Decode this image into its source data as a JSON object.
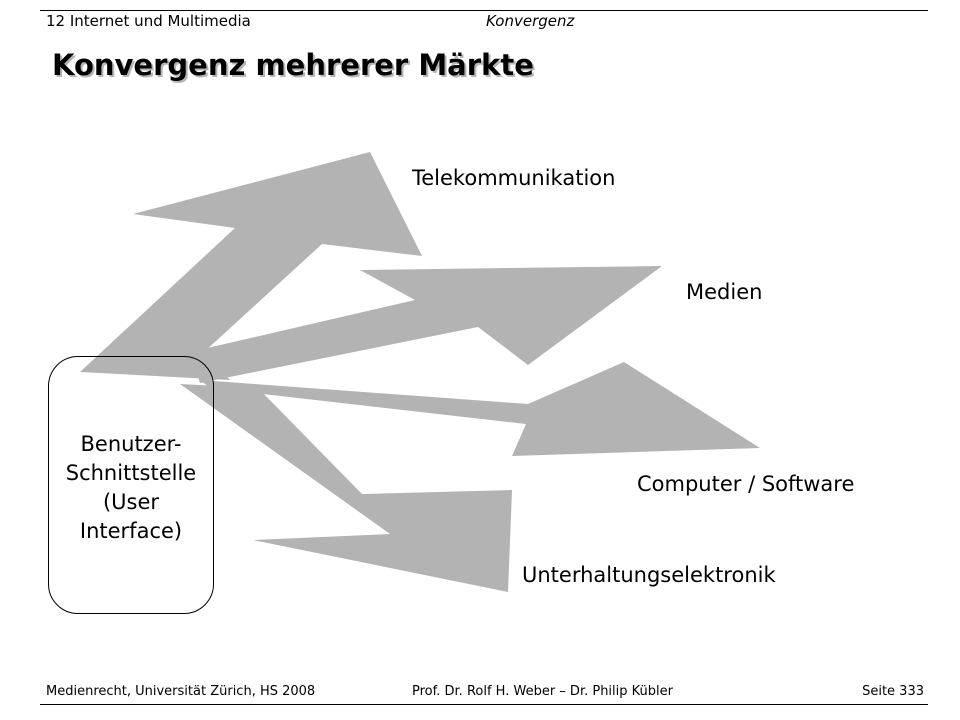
{
  "header": {
    "chapter": "12 Internet und Multimedia",
    "section": "Konvergenz"
  },
  "title": "Konvergenz mehrerer Märkte",
  "diagram": {
    "arrow_color": "#b3b3b3",
    "source": {
      "lines": [
        "Benutzer-",
        "Schnittstelle",
        "(User",
        "Interface)"
      ]
    },
    "markets": {
      "telekommunikation": "Telekommunikation",
      "medien": "Medien",
      "computer": "Computer / Software",
      "unterhaltung": "Unterhaltungselektronik"
    }
  },
  "footer": {
    "left": "Medienrecht, Universität Zürich, HS 2008",
    "center": "Prof. Dr. Rolf H. Weber – Dr. Philip Kübler",
    "right": "Seite 333"
  }
}
